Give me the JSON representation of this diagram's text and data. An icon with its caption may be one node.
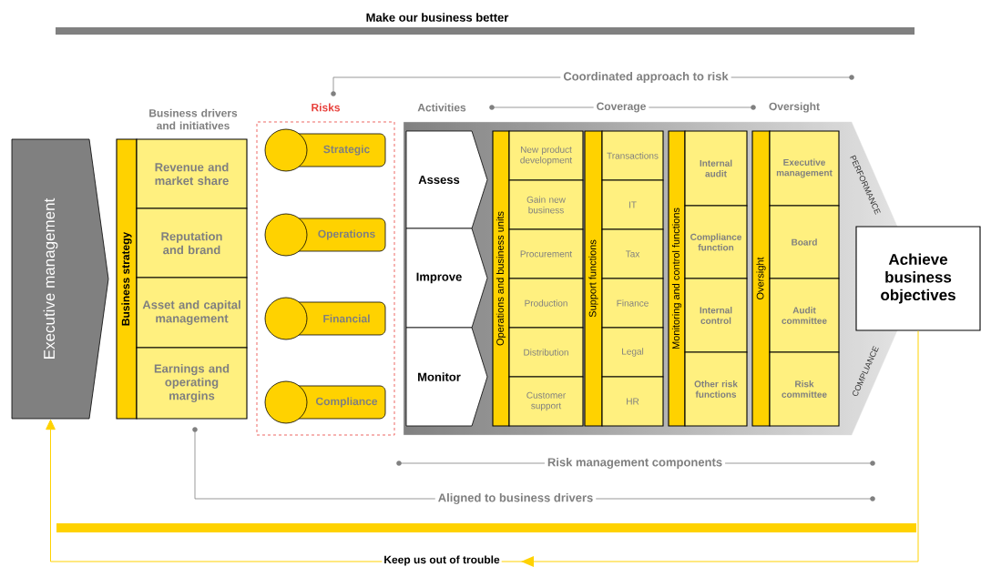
{
  "diagram": {
    "nodes": [
      {
        "text": [
          "Executive management"
        ]
      },
      {
        "text": [
          "Business strategy"
        ]
      },
      {
        "text": [
          "Revenue and market share"
        ]
      },
      {
        "text": [
          "Reputation and brand"
        ]
      },
      {
        "text": [
          "Asset and capital management"
        ]
      },
      {
        "text": [
          "Earnings and operating margins"
        ]
      },
      {
        "text": [
          "Risks"
        ]
      },
      {
        "text": [
          "Strategic"
        ],
        "in": 6
      },
      {
        "text": [
          "Operations"
        ],
        "in": 6
      },
      {
        "text": [
          "Financial"
        ],
        "in": 6
      },
      {
        "text": [
          "Compliance"
        ],
        "in": 6
      },
      {
        "text": [
          "PERFORMANCE",
          "COMPLIANCE"
        ]
      },
      {
        "text": [
          "Assess"
        ],
        "in": 11
      },
      {
        "text": [
          "Improve"
        ],
        "in": 11
      },
      {
        "text": [
          "Monitor"
        ],
        "in": 11
      },
      {
        "text": [
          "Operations and business units"
        ],
        "in": 11
      },
      {
        "text": [
          "New product development"
        ],
        "in": 11
      },
      {
        "text": [
          "Gain new business"
        ],
        "in": 11
      },
      {
        "text": [
          "Procurement"
        ],
        "in": 11
      },
      {
        "text": [
          "Production"
        ],
        "in": 11
      },
      {
        "text": [
          "Distribution"
        ],
        "in": 11
      },
      {
        "text": [
          "Customer support"
        ],
        "in": 11
      },
      {
        "text": [
          "Support functions"
        ],
        "in": 11
      },
      {
        "text": [
          "Transactions"
        ],
        "in": 11
      },
      {
        "text": [
          "IT"
        ],
        "in": 11
      },
      {
        "text": [
          "Tax"
        ],
        "in": 11
      },
      {
        "text": [
          "Finance"
        ],
        "in": 11
      },
      {
        "text": [
          "Legal"
        ],
        "in": 11
      },
      {
        "text": [
          "HR"
        ],
        "in": 11
      },
      {
        "text": [
          "Monitoring and control functions"
        ],
        "in": 11
      },
      {
        "text": [
          "Internal audit"
        ],
        "in": 11
      },
      {
        "text": [
          "Compliance function"
        ],
        "in": 11
      },
      {
        "text": [
          "Internal control"
        ],
        "in": 11
      },
      {
        "text": [
          "Other risk functions"
        ],
        "in": 11
      },
      {
        "text": [
          "Oversight"
        ],
        "in": 11
      },
      {
        "text": [
          "Executive management"
        ],
        "in": 11
      },
      {
        "text": [
          "Board"
        ],
        "in": 11
      },
      {
        "text": [
          "Audit committee"
        ],
        "in": 11
      },
      {
        "text": [
          "Risk committee"
        ],
        "in": 11
      },
      {
        "text": [
          "Achieve business objectives"
        ]
      }
    ],
    "edges": [
      {
        "from": 39,
        "to": 0,
        "arrow": "to",
        "label": "Keep us out of trouble"
      }
    ],
    "labels": [
      "Make our business better",
      "Coordinated approach to risk",
      "Business drivers and initiatives",
      "Activities",
      "Coverage",
      "Oversight",
      "Risk management components",
      "Aligned to business drivers"
    ]
  }
}
